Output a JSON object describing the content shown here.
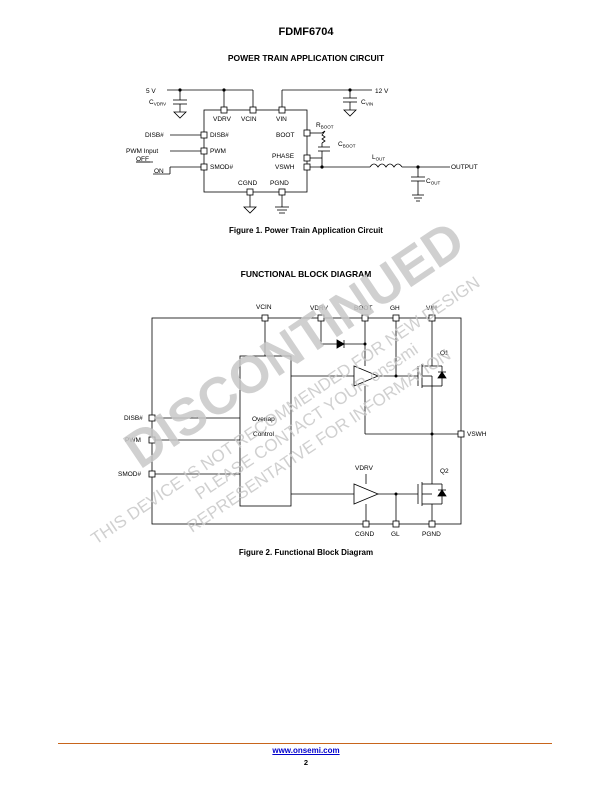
{
  "header": {
    "part_number": "FDMF6704"
  },
  "section1": {
    "title": "POWER TRAIN APPLICATION CIRCUIT",
    "caption": "Figure 1. Power Train Application Circuit",
    "labels": {
      "v5": "5 V",
      "cvdrv_main": "C",
      "cvdrv_sub": "VDRV",
      "v12": "12 V",
      "cvin_main": "C",
      "cvin_sub": "VIN",
      "pin_vdrv": "VDRV",
      "pin_vcin": "VCIN",
      "pin_vin": "VIN",
      "pin_boot": "BOOT",
      "pin_phase": "PHASE",
      "pin_vswh": "VSWH",
      "pin_disb": "DISB#",
      "pin_pwm": "PWM",
      "pin_smod": "SMOD#",
      "pin_cgnd": "CGND",
      "pin_pgnd": "PGND",
      "ext_disb": "DISB#",
      "ext_pwm": "PWM Input",
      "ext_off": "OFF",
      "ext_on": "ON",
      "rboot_main": "R",
      "rboot_sub": "BOOT",
      "cboot_main": "C",
      "cboot_sub": "BOOT",
      "lout_main": "L",
      "lout_sub": "OUT",
      "cout_main": "C",
      "cout_sub": "OUT",
      "output": "OUTPUT"
    }
  },
  "section2": {
    "title": "FUNCTIONAL BLOCK DIAGRAM",
    "caption": "Figure 2. Functional Block Diagram",
    "labels": {
      "vcin": "VCIN",
      "vdrv": "VDRV",
      "boot": "BOOT",
      "gh": "GH",
      "vin": "VIN",
      "q1": "Q1",
      "q2": "Q2",
      "disb": "DISB#",
      "pwm": "PWM",
      "smod": "SMOD#",
      "vswh": "VSWH",
      "vdrv2": "VDRV",
      "cgnd": "CGND",
      "gl": "GL",
      "pgnd": "PGND",
      "overlap1": "Overlap",
      "overlap2": "Control"
    }
  },
  "watermark": {
    "line1": "DISCONTINUED",
    "line2": "THIS DEVICE IS NOT RECOMMENDED FOR NEW DESIGN",
    "line3": "PLEASE CONTACT YOUR onsemi",
    "line4": "REPRESENTATIVE FOR INFORMATION",
    "color": "#c8c8c8"
  },
  "footer": {
    "url": "www.onsemi.com",
    "page": "2",
    "rule_color": "#c8651b"
  }
}
